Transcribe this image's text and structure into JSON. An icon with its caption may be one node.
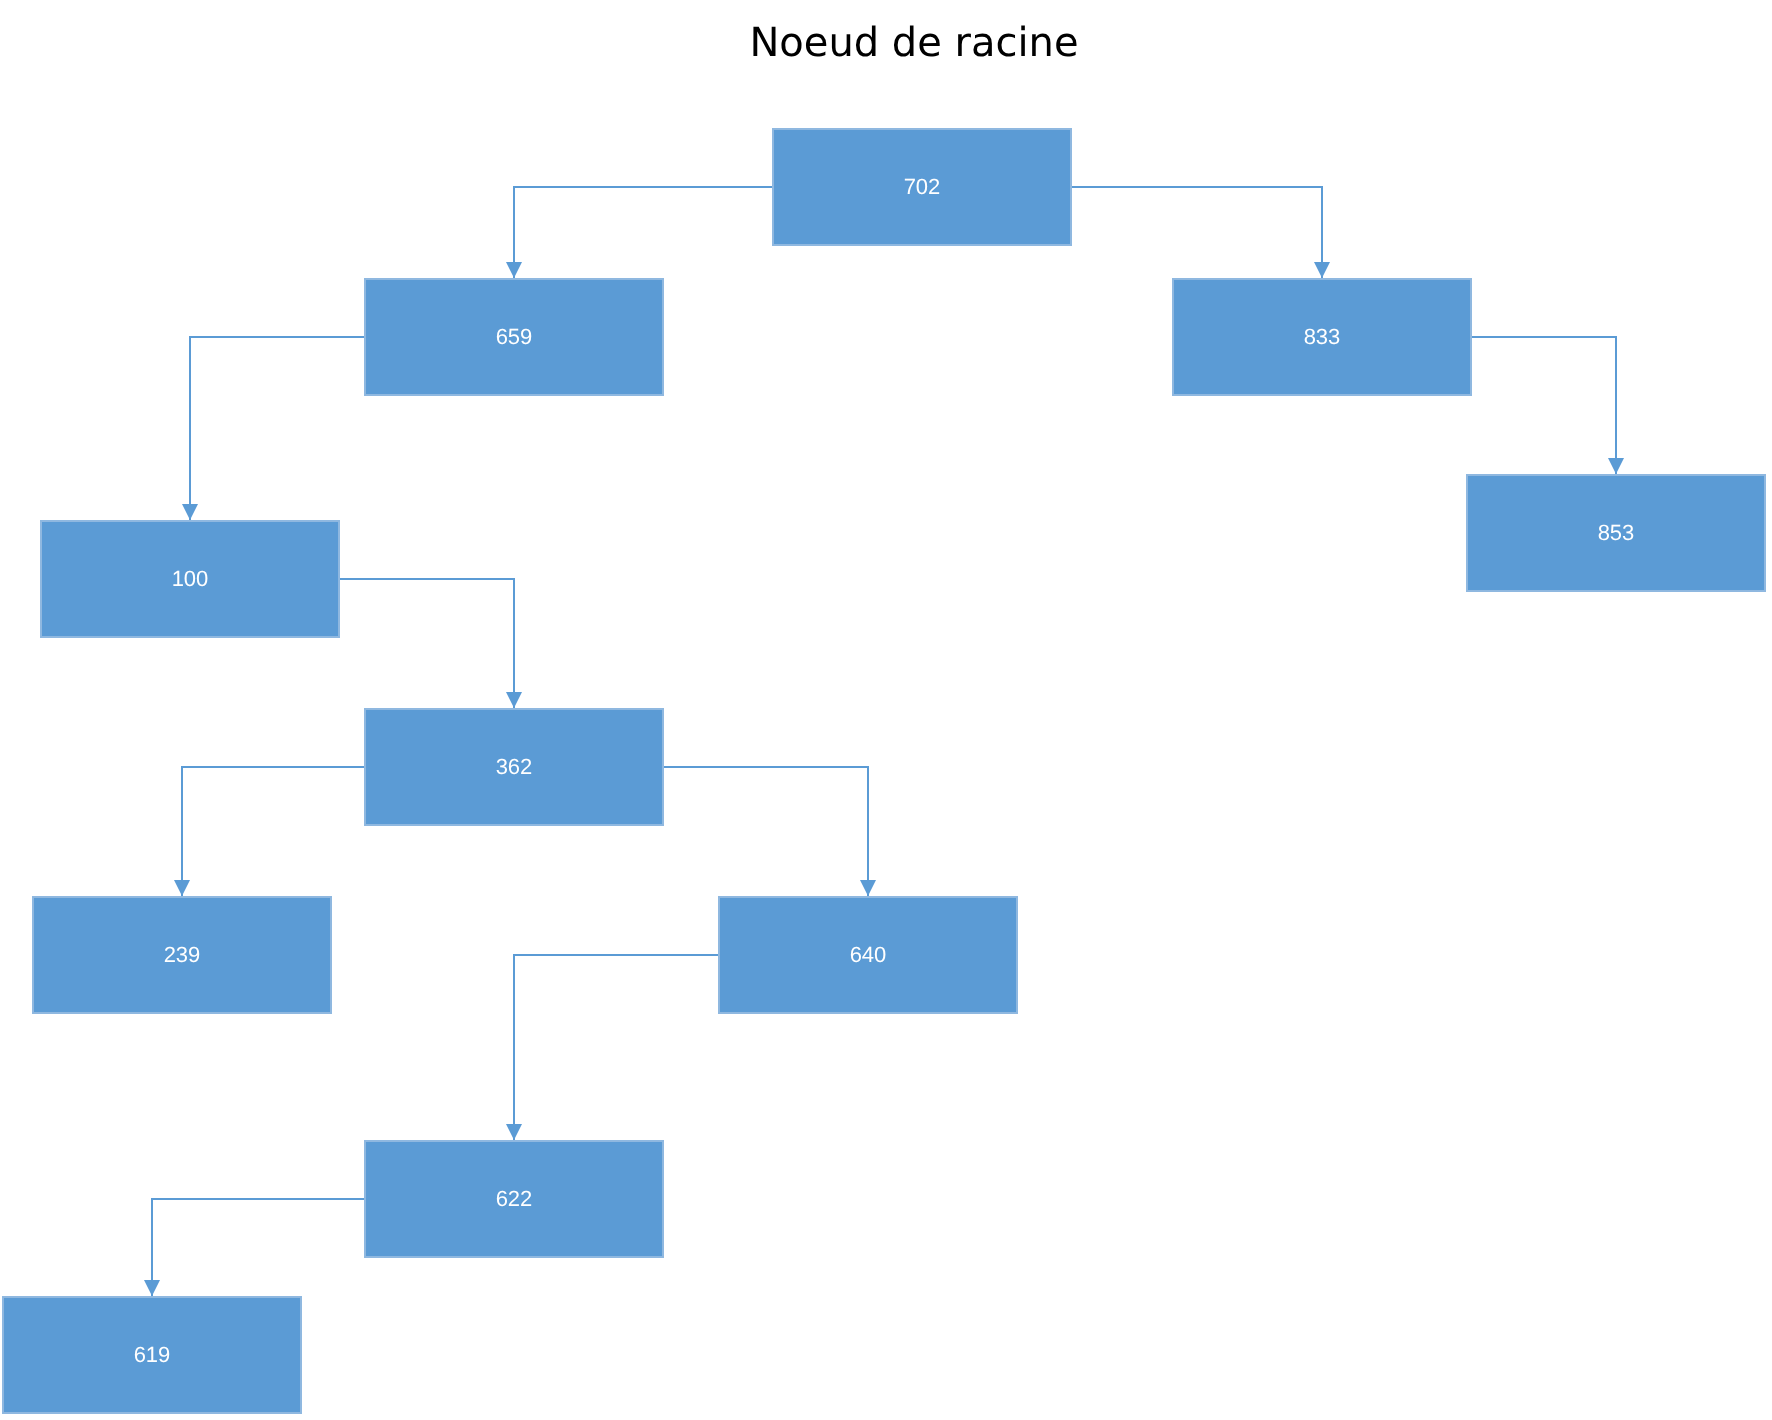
{
  "diagram": {
    "title": "Noeud de racine",
    "nodes": [
      {
        "text": [
          "702"
        ]
      },
      {
        "text": [
          "659"
        ]
      },
      {
        "text": [
          "833"
        ]
      },
      {
        "text": [
          "100"
        ]
      },
      {
        "text": [
          "853"
        ]
      },
      {
        "text": [
          "362"
        ]
      },
      {
        "text": [
          "239"
        ]
      },
      {
        "text": [
          "640"
        ]
      },
      {
        "text": [
          "622"
        ]
      },
      {
        "text": [
          "619"
        ]
      }
    ],
    "edges": [
      {
        "from": 0,
        "to": 1,
        "arrow": "to"
      },
      {
        "from": 0,
        "to": 2,
        "arrow": "to"
      },
      {
        "from": 1,
        "to": 3,
        "arrow": "to"
      },
      {
        "from": 2,
        "to": 4,
        "arrow": "to"
      },
      {
        "from": 3,
        "to": 5,
        "arrow": "to"
      },
      {
        "from": 5,
        "to": 6,
        "arrow": "to"
      },
      {
        "from": 5,
        "to": 7,
        "arrow": "to"
      },
      {
        "from": 7,
        "to": 8,
        "arrow": "to"
      },
      {
        "from": 8,
        "to": 9,
        "arrow": "to"
      }
    ]
  }
}
